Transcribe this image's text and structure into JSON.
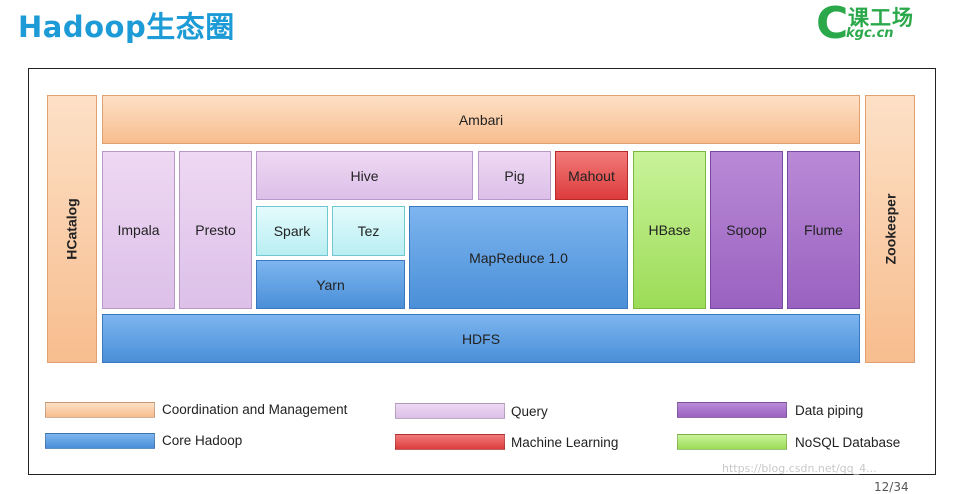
{
  "slide": {
    "title": "Hadoop生态圈",
    "page_number": "12/34",
    "watermark": "https://blog.csdn.net/qq_4..."
  },
  "logo": {
    "letter": "C",
    "name": "课工场",
    "domain": "kgc.cn"
  },
  "diagram": {
    "blocks": {
      "ambari": "Ambari",
      "hcatalog": "HCatalog",
      "zookeeper": "Zookeeper",
      "impala": "Impala",
      "presto": "Presto",
      "hive": "Hive",
      "pig": "Pig",
      "mahout": "Mahout",
      "spark": "Spark",
      "tez": "Tez",
      "yarn": "Yarn",
      "mapreduce": "MapReduce 1.0",
      "hbase": "HBase",
      "sqoop": "Sqoop",
      "flume": "Flume",
      "hdfs": "HDFS"
    },
    "legend": [
      {
        "label": "Coordination and Management",
        "color": "#f7bd8e"
      },
      {
        "label": "Core Hadoop",
        "color": "#4a8fd8"
      },
      {
        "label": "Query",
        "color": "#dcc0e8"
      },
      {
        "label": "Machine Learning",
        "color": "#dd3c3c"
      },
      {
        "label": "Data piping",
        "color": "#9a62c0"
      },
      {
        "label": "NoSQL Database",
        "color": "#9cdc57"
      }
    ]
  }
}
